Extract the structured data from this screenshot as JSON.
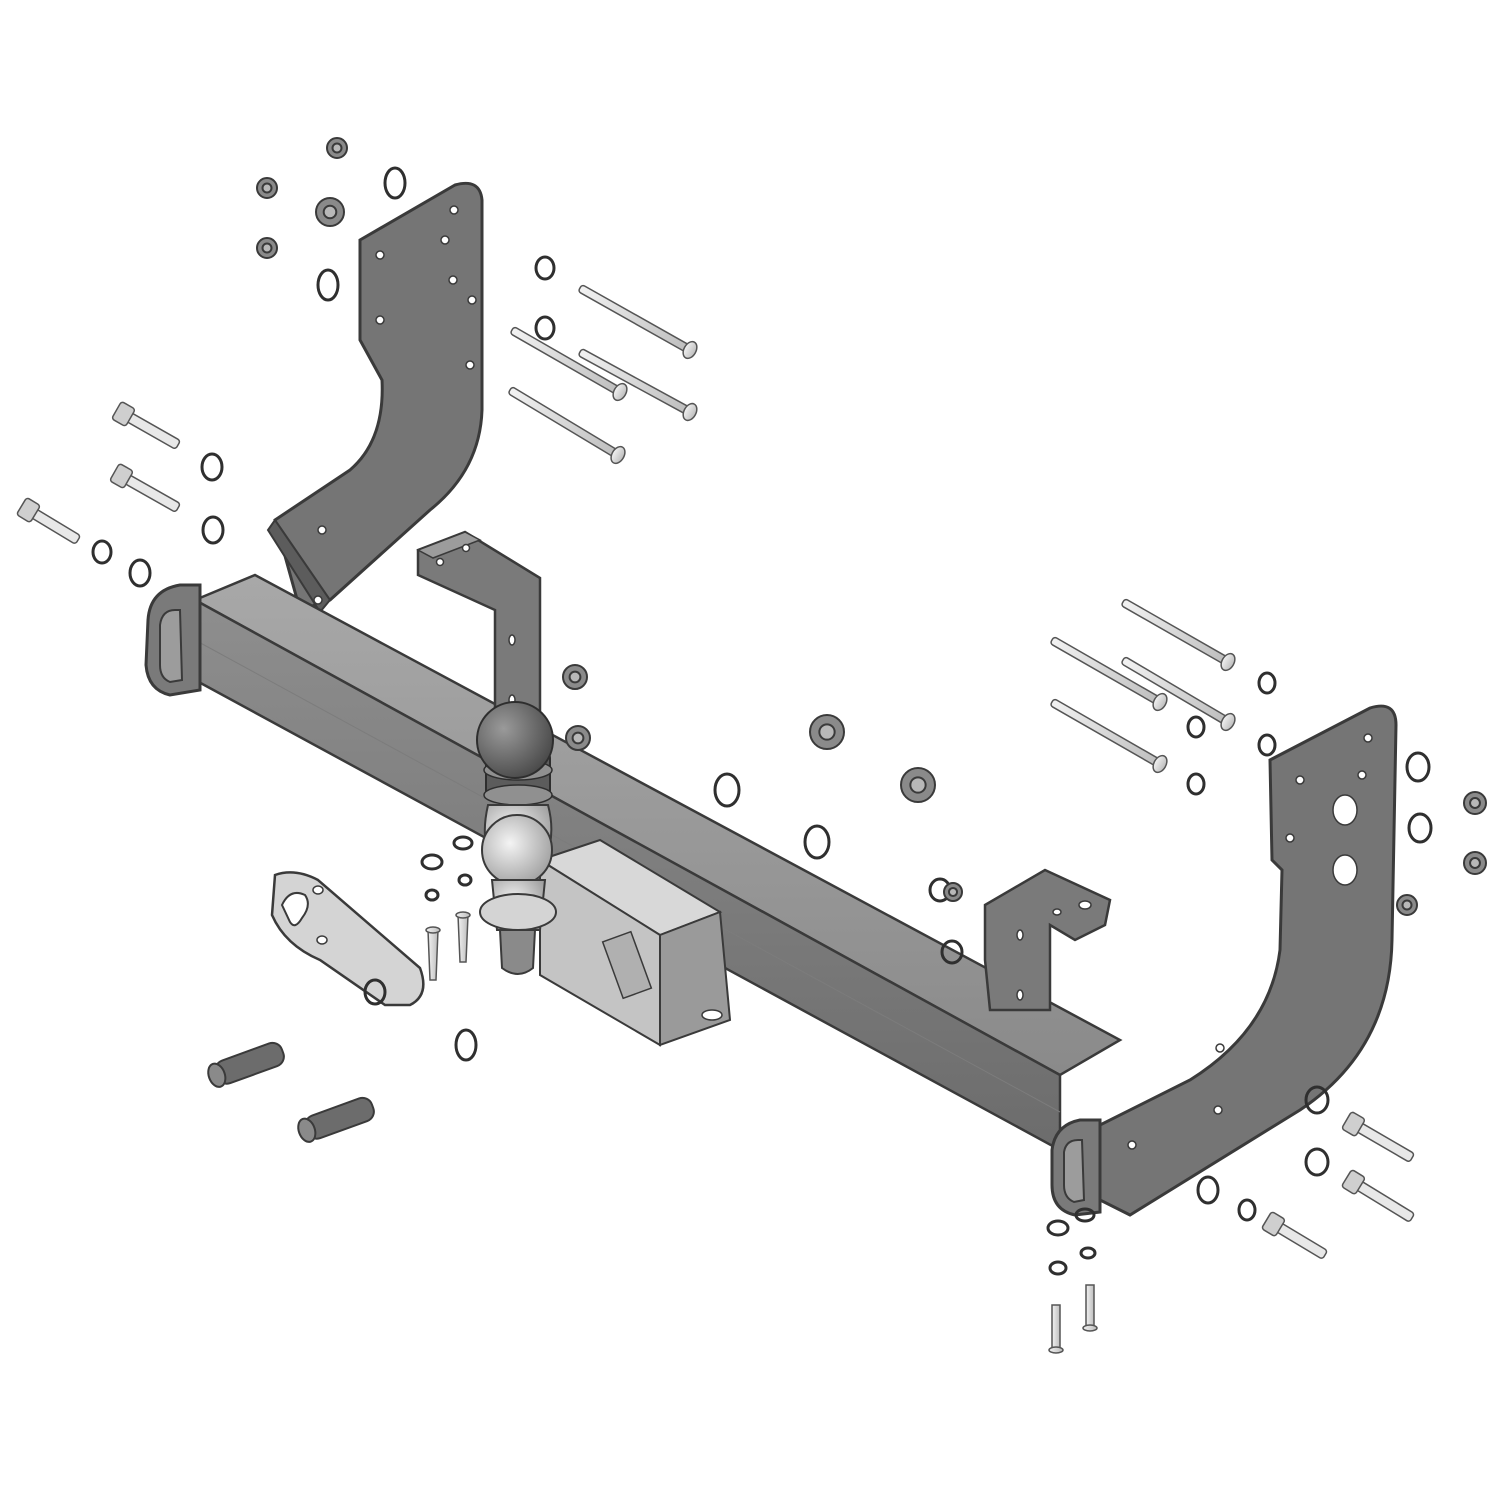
{
  "diagram": {
    "kind": "exploded-assembly",
    "style": "grayscale line drawing",
    "parts": [
      {
        "name": "crossbar",
        "label": ""
      },
      {
        "name": "left-side-bracket",
        "label": ""
      },
      {
        "name": "right-side-bracket",
        "label": ""
      },
      {
        "name": "center-bracket-left",
        "label": ""
      },
      {
        "name": "center-bracket-right",
        "label": ""
      },
      {
        "name": "tow-ball",
        "label": ""
      },
      {
        "name": "socket-plate",
        "label": ""
      },
      {
        "name": "bolts",
        "label": ""
      },
      {
        "name": "washers",
        "label": ""
      },
      {
        "name": "nuts",
        "label": ""
      }
    ]
  },
  "colors": {
    "background": "#ffffff",
    "metal_dark": "#6e6e6e",
    "metal_mid": "#8c8c8c",
    "metal_light": "#b4b4b4",
    "outline": "#3a3a3a",
    "highlight": "#e6e6e6"
  }
}
